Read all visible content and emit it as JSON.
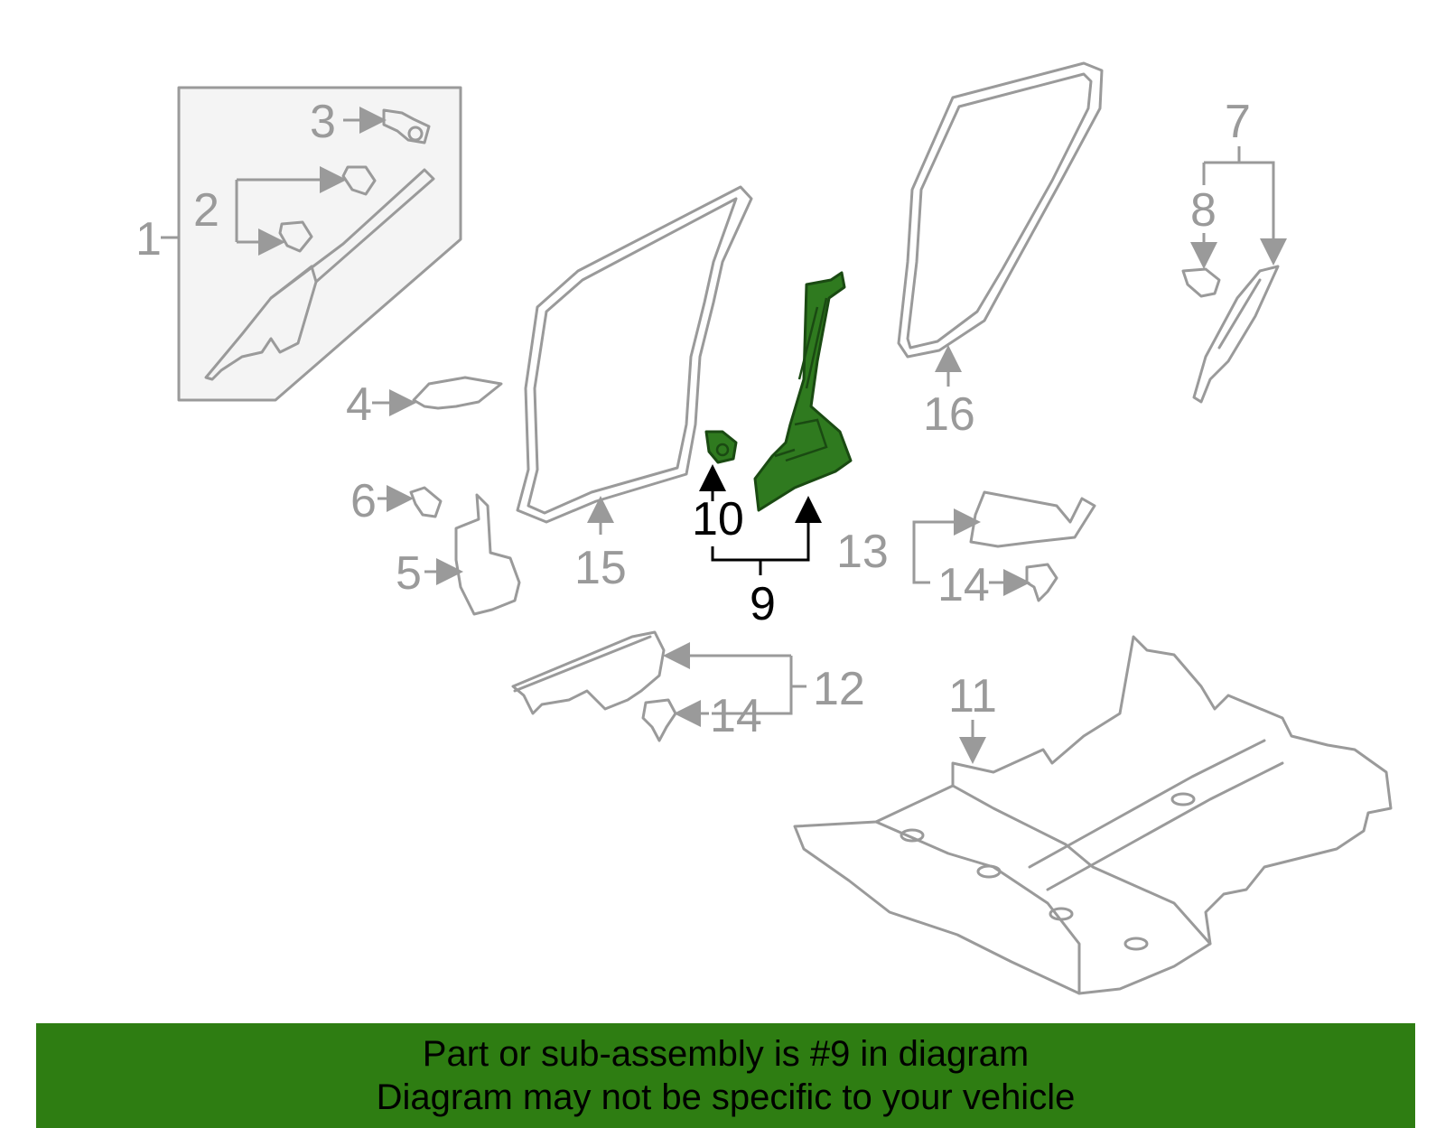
{
  "diagram": {
    "highlighted_part": "9",
    "callouts": {
      "c1": "1",
      "c2": "2",
      "c3": "3",
      "c4": "4",
      "c5": "5",
      "c6": "6",
      "c7": "7",
      "c8": "8",
      "c9": "9",
      "c10": "10",
      "c11": "11",
      "c12": "12",
      "c13": "13",
      "c14a": "14",
      "c14b": "14",
      "c15": "15",
      "c16": "16"
    },
    "colors": {
      "highlight": "#2f7a1f",
      "line": "#9a9a9a",
      "banner": "#2e7d12"
    }
  },
  "banner": {
    "line1": "Part or sub-assembly is #9 in diagram",
    "line2": "Diagram may not be specific to your vehicle"
  }
}
